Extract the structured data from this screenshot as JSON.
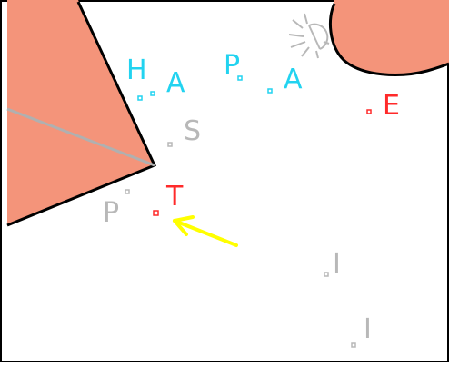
{
  "colors": {
    "background": "#ffffff",
    "region_fill": "#f4947a",
    "region_outline": "#000000",
    "label_cyan": "#22d3f0",
    "label_grey": "#b8b8b8",
    "label_red": "#ff2a2a",
    "arrow": "#ffff00",
    "frame": "#000000"
  },
  "icons": {
    "sun": "sun-icon",
    "arrow": "arrow-icon"
  },
  "labels": {
    "h": "H",
    "a1": "A",
    "p1": "P",
    "a2": "A",
    "e": "E",
    "s": "S",
    "t": "T",
    "p2": "P",
    "i1": "I",
    "i2": "I"
  }
}
